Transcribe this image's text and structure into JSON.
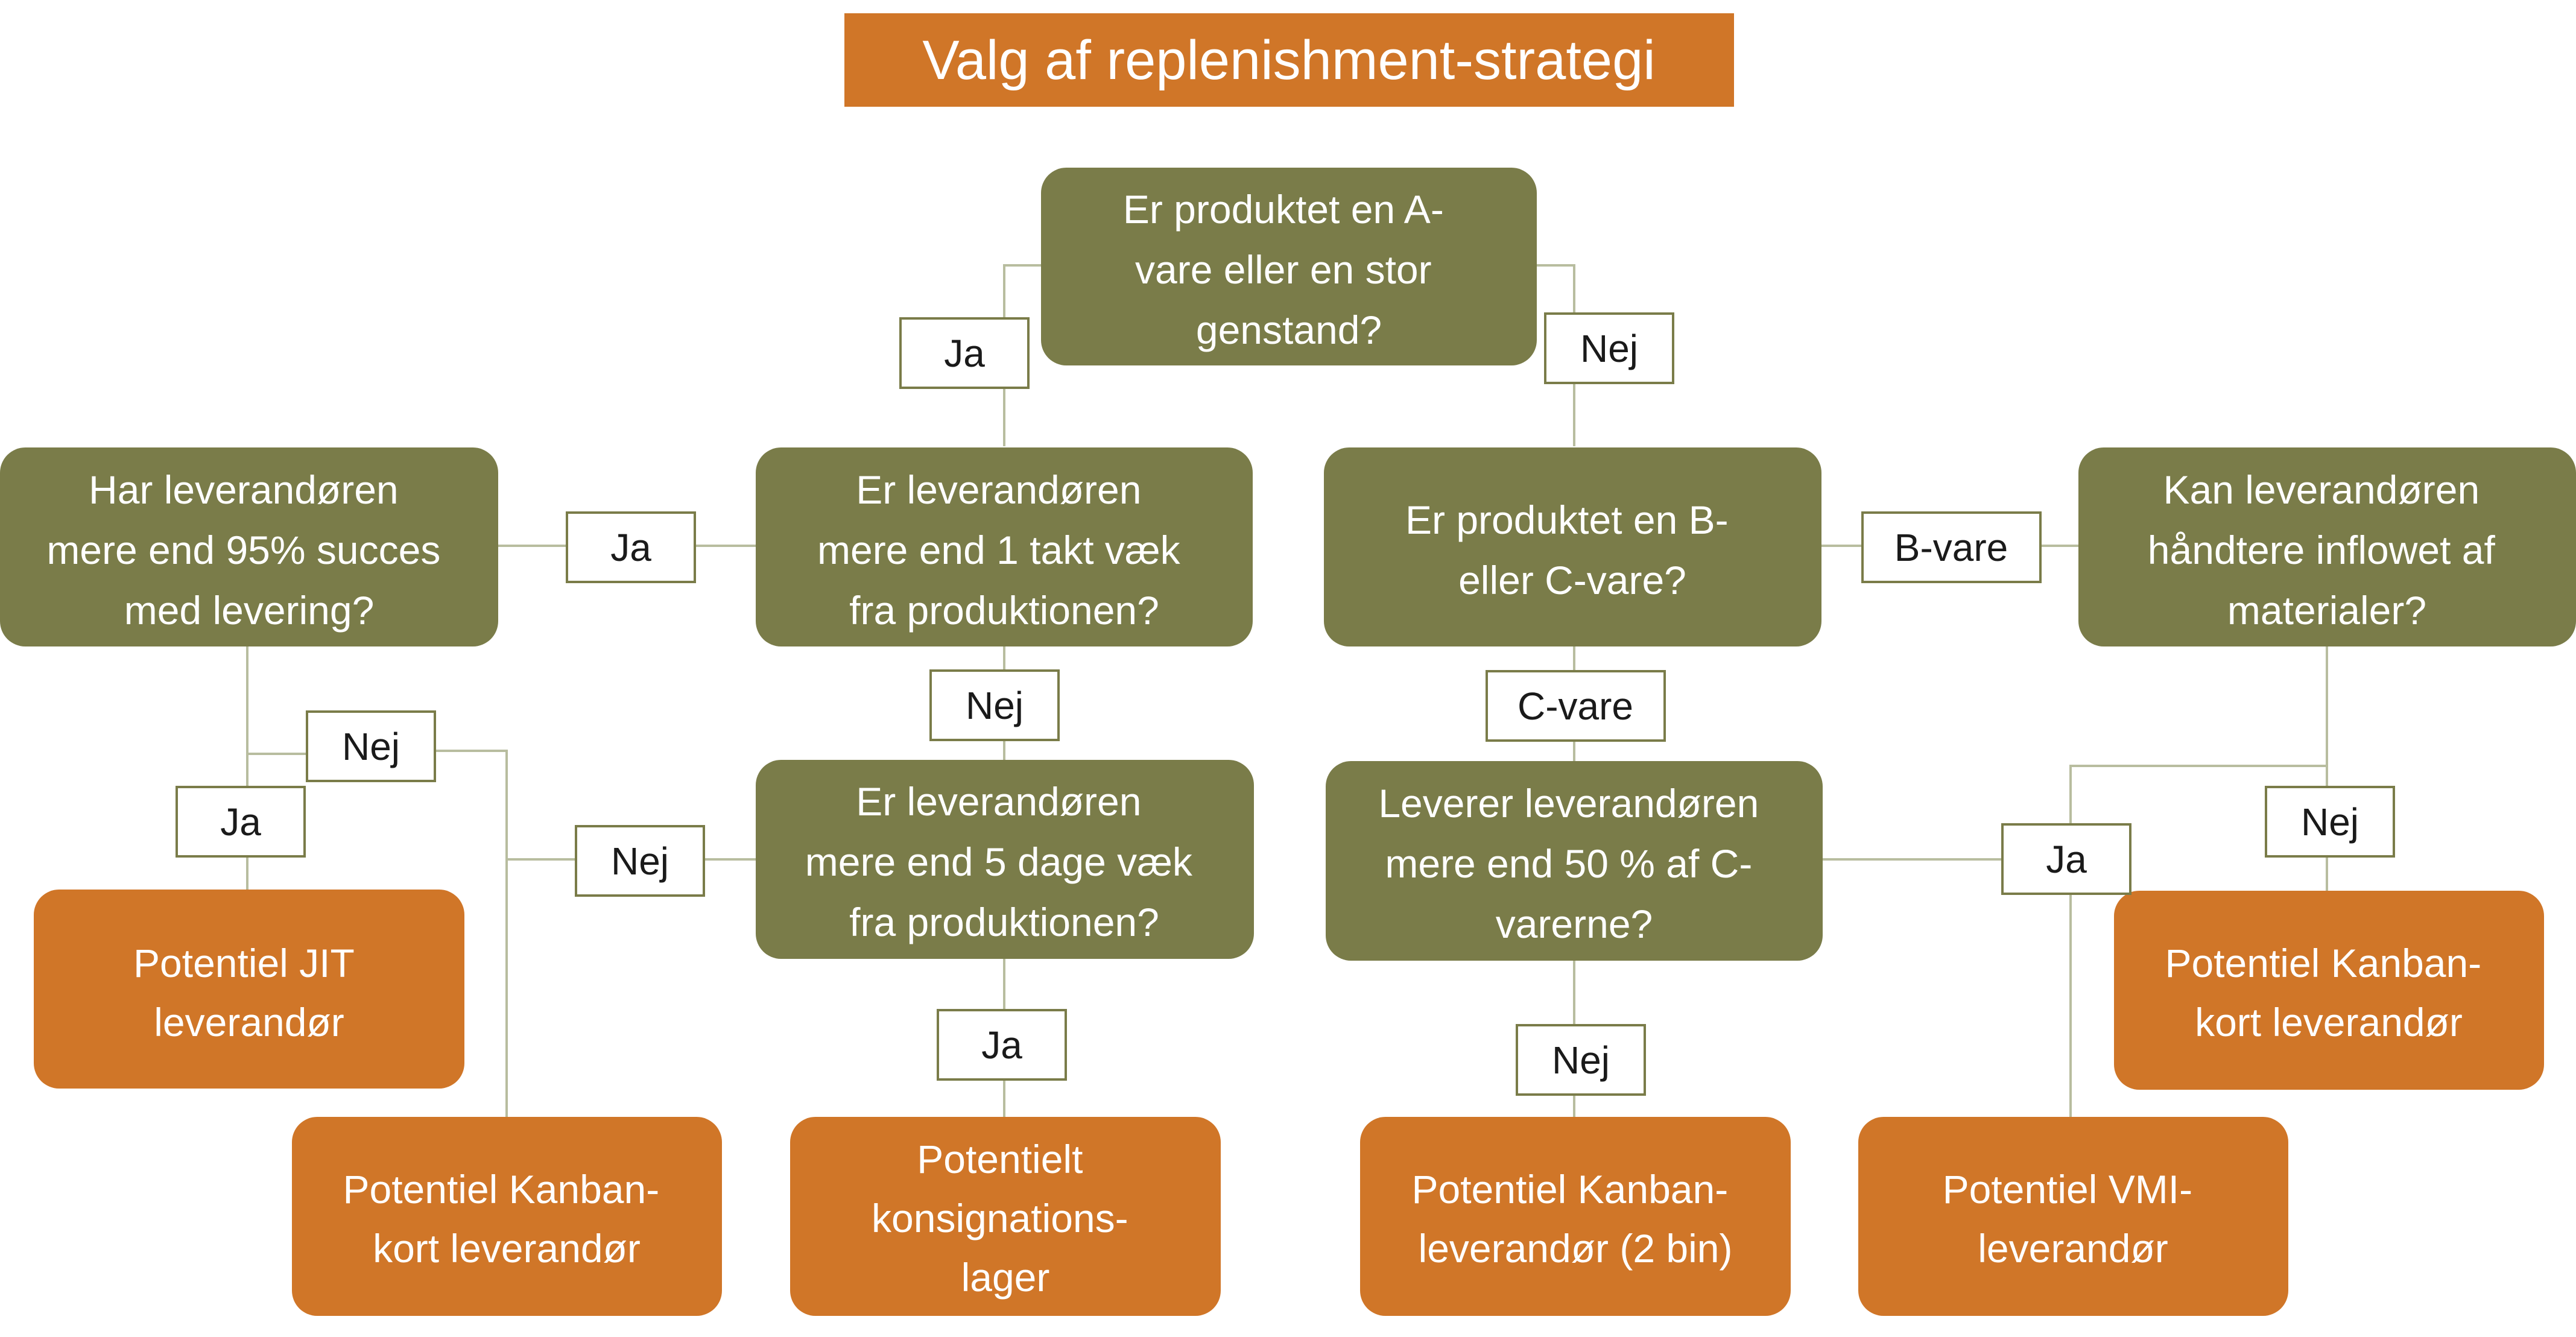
{
  "title": "Valg af replenishment-strategi",
  "colors": {
    "decision": "#7a7c49",
    "outcome": "#d07628",
    "connector": "#b8bd9f",
    "label_border": "#7a7c49",
    "text_light": "#ffffff",
    "text_dark": "#1a1a1a"
  },
  "nodes": {
    "q_a_item": {
      "lines": [
        "Er produktet en A-",
        "vare eller en stor",
        "genstand?"
      ]
    },
    "q_takt": {
      "lines": [
        "Er leverandøren",
        "mere end 1 takt væk",
        "fra produktionen?"
      ]
    },
    "q_success": {
      "lines": [
        "Har leverandøren",
        "mere end 95% succes",
        "med levering?"
      ]
    },
    "q_bc_item": {
      "lines": [
        "Er produktet en B-",
        "eller C-vare?"
      ]
    },
    "q_inflow": {
      "lines": [
        "Kan leverandøren",
        "håndtere inflowet af",
        "materialer?"
      ]
    },
    "q_5days": {
      "lines": [
        "Er leverandøren",
        "mere end 5 dage væk",
        "fra produktionen?"
      ]
    },
    "q_50pct": {
      "lines": [
        "Leverer leverandøren",
        "mere end 50 % af C-",
        "varerne?"
      ]
    },
    "o_jit": {
      "lines": [
        "Potentiel JIT",
        "leverandør"
      ]
    },
    "o_kanban_card_left": {
      "lines": [
        "Potentiel Kanban-",
        "kort leverandør"
      ]
    },
    "o_consignment": {
      "lines": [
        "Potentielt",
        "konsignations-",
        "lager"
      ]
    },
    "o_kanban_2bin": {
      "lines": [
        "Potentiel Kanban-",
        "leverandør (2 bin)"
      ]
    },
    "o_vmi": {
      "lines": [
        "Potentiel VMI-",
        "leverandør"
      ]
    },
    "o_kanban_card_right": {
      "lines": [
        "Potentiel Kanban-",
        "kort leverandør"
      ]
    }
  },
  "edge_labels": {
    "a_item_yes": "Ja",
    "a_item_no": "Nej",
    "takt_yes": "Ja",
    "takt_no": "Nej",
    "success_no": "Nej",
    "success_yes": "Ja",
    "five_days_no": "Nej",
    "five_days_yes": "Ja",
    "bc_b": "B-vare",
    "bc_c": "C-vare",
    "fifty_no": "Nej",
    "fifty_yes": "Ja",
    "inflow_no": "Nej"
  }
}
